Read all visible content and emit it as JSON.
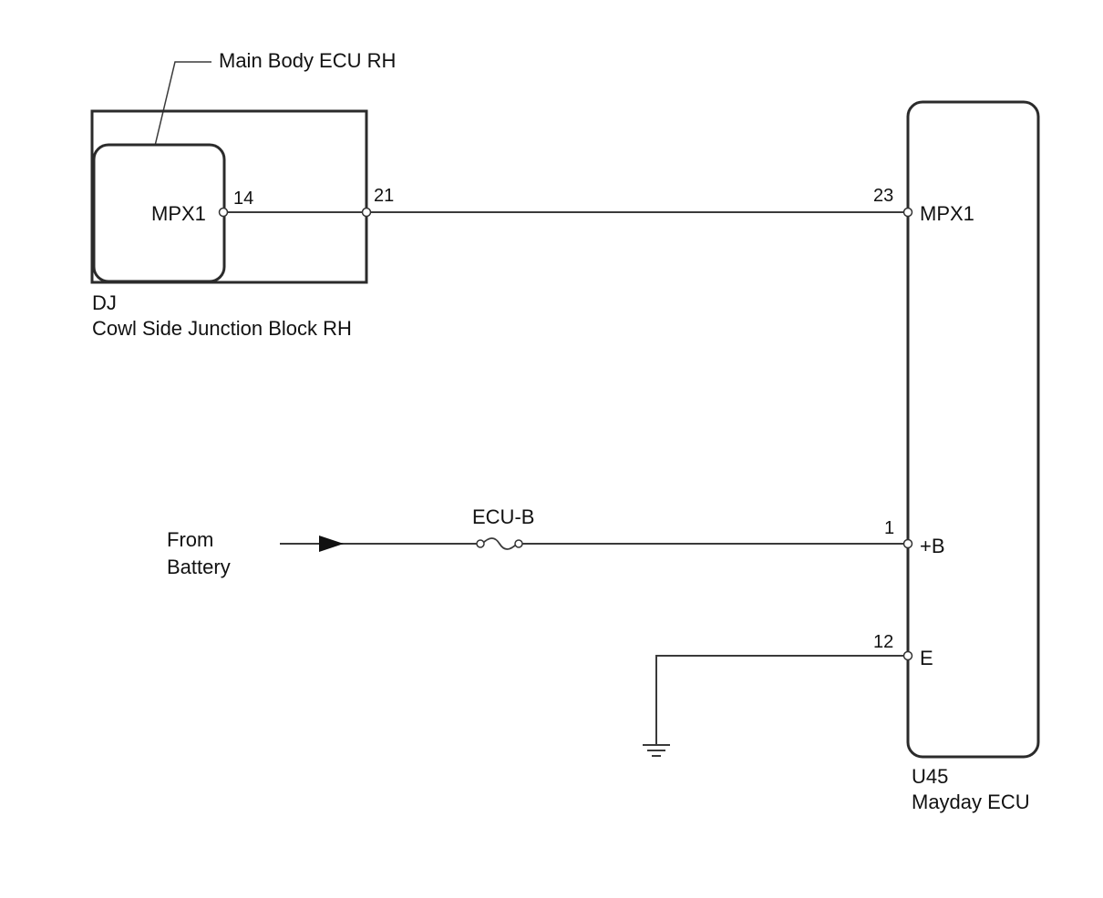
{
  "components": {
    "main_body_ecu": {
      "label": "Main Body ECU RH",
      "signal": "MPX1",
      "pin": "14"
    },
    "junction_block": {
      "code": "DJ",
      "name": "Cowl Side Junction Block  RH",
      "pin": "21"
    },
    "mayday_ecu": {
      "code": "U45",
      "name": "Mayday ECU",
      "terminals": [
        {
          "pin": "23",
          "signal": "MPX1"
        },
        {
          "pin": "1",
          "signal": "+B"
        },
        {
          "pin": "12",
          "signal": "E"
        }
      ]
    }
  },
  "power": {
    "source_line1": "From",
    "source_line2": "Battery",
    "fuse": "ECU-B"
  }
}
